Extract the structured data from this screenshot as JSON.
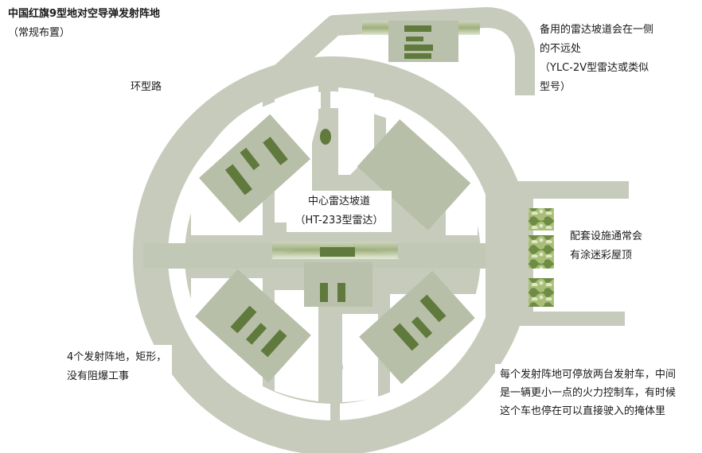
{
  "colors": {
    "road": "#c6cbbb",
    "road_shadow": "#b7bcaa",
    "pad": "#b8bfa9",
    "vehicle": "#5f7a3c",
    "vehicle_shadow": "#3e4f2a",
    "camo_light": "#c9d7a4",
    "camo_dark": "#6f8c45"
  },
  "labels": {
    "title": "中国红旗9型地对空导弹发射阵地",
    "title_sub": "（常规布置）",
    "ring_road": "环型路",
    "backup_line1": "备用的雷达坡道会在一侧",
    "backup_line2": "的不远处",
    "backup_line3": "（YLC-2V型雷达或类似",
    "backup_line4": "型号）",
    "center_line1": "中心雷达坡道",
    "center_line2": "（HT-233型雷达）",
    "support_line1": "配套设施通常会",
    "support_line2": "有涂迷彩屋顶",
    "sites_line1": "4个发射阵地，矩形，",
    "sites_line2": "没有阻爆工事",
    "cart_line1": "每个发射阵地可停放两台发射车，中间",
    "cart_line2": "是一辆更小一点的火力控制车，有时候",
    "cart_line3": "这个车也停在可以直接驶入的掩体里"
  }
}
